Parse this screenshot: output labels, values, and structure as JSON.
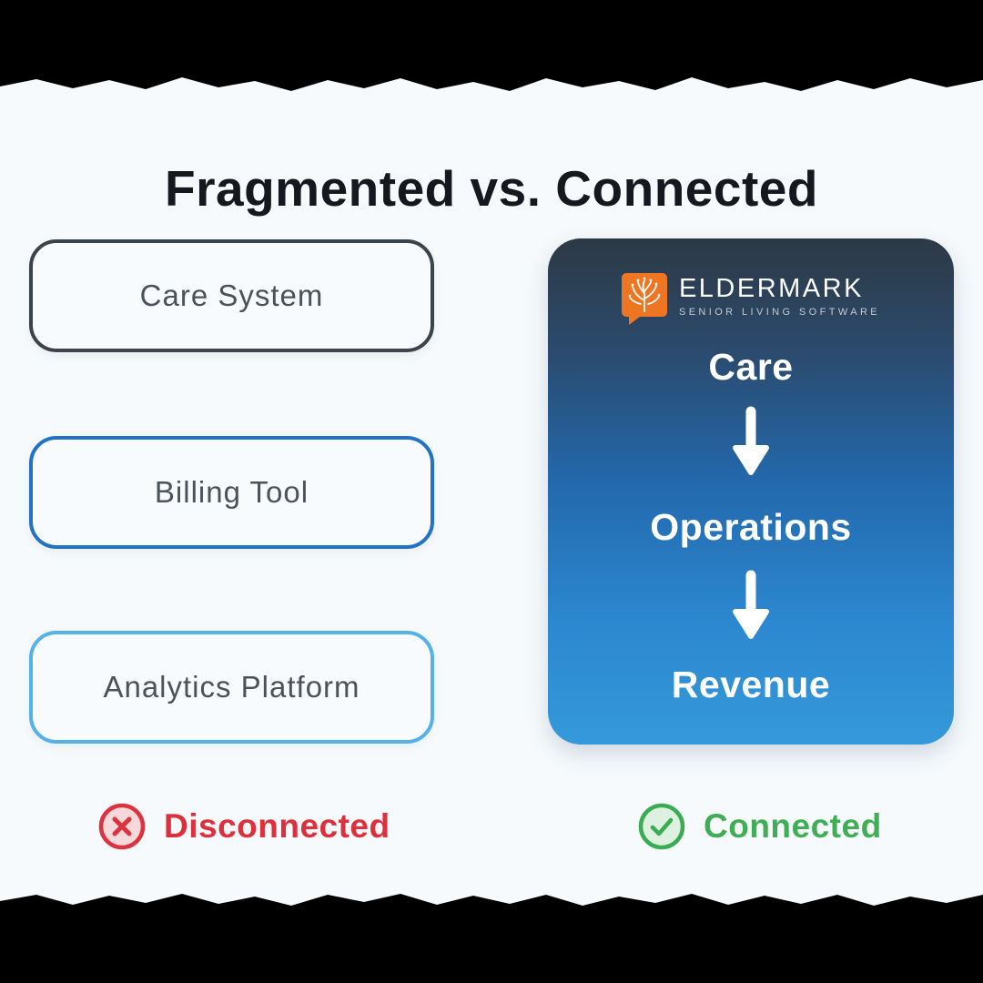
{
  "title": "Fragmented vs. Connected",
  "background_color": "#f6fafc",
  "fragmented": {
    "boxes": [
      {
        "label": "Care System",
        "border_color": "#3b434c"
      },
      {
        "label": "Billing Tool",
        "border_color": "#2273c5"
      },
      {
        "label": "Analytics Platform",
        "border_color": "#55b1e8"
      }
    ],
    "status": {
      "label": "Disconnected",
      "icon": "x-circle-icon",
      "color": "#de2f3c"
    }
  },
  "connected_card": {
    "logo": {
      "brand": "ELDERMARK",
      "tagline": "SENIOR LIVING SOFTWARE",
      "icon": "eldermark-tree-logo",
      "accent_color": "#ee7623"
    },
    "flow_steps": [
      "Care",
      "Operations",
      "Revenue"
    ],
    "arrow_icon": "down-arrow-icon",
    "gradient_top": "#2d3945",
    "gradient_bottom": "#3499da",
    "status": {
      "label": "Connected",
      "icon": "check-circle-icon",
      "color": "#3fae55"
    }
  }
}
